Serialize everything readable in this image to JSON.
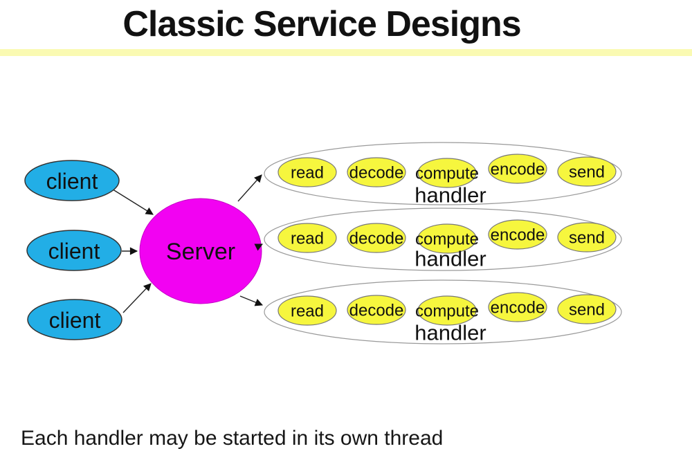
{
  "slide": {
    "title": "Classic Service Designs",
    "caption": "Each handler may be started in its own thread"
  },
  "colors": {
    "title_rule": "#fafab2",
    "client_fill": "#22aee6",
    "server_fill": "#f202f2",
    "stage_fill": "#f6f63e"
  },
  "diagram": {
    "clients": [
      {
        "label": "client"
      },
      {
        "label": "client"
      },
      {
        "label": "client"
      }
    ],
    "server": {
      "label": "Server"
    },
    "handlers": [
      {
        "label": "handler",
        "stages": [
          "read",
          "decode",
          "compute",
          "encode",
          "send"
        ]
      },
      {
        "label": "handler",
        "stages": [
          "read",
          "decode",
          "compute",
          "encode",
          "send"
        ]
      },
      {
        "label": "handler",
        "stages": [
          "read",
          "decode",
          "compute",
          "encode",
          "send"
        ]
      }
    ]
  }
}
